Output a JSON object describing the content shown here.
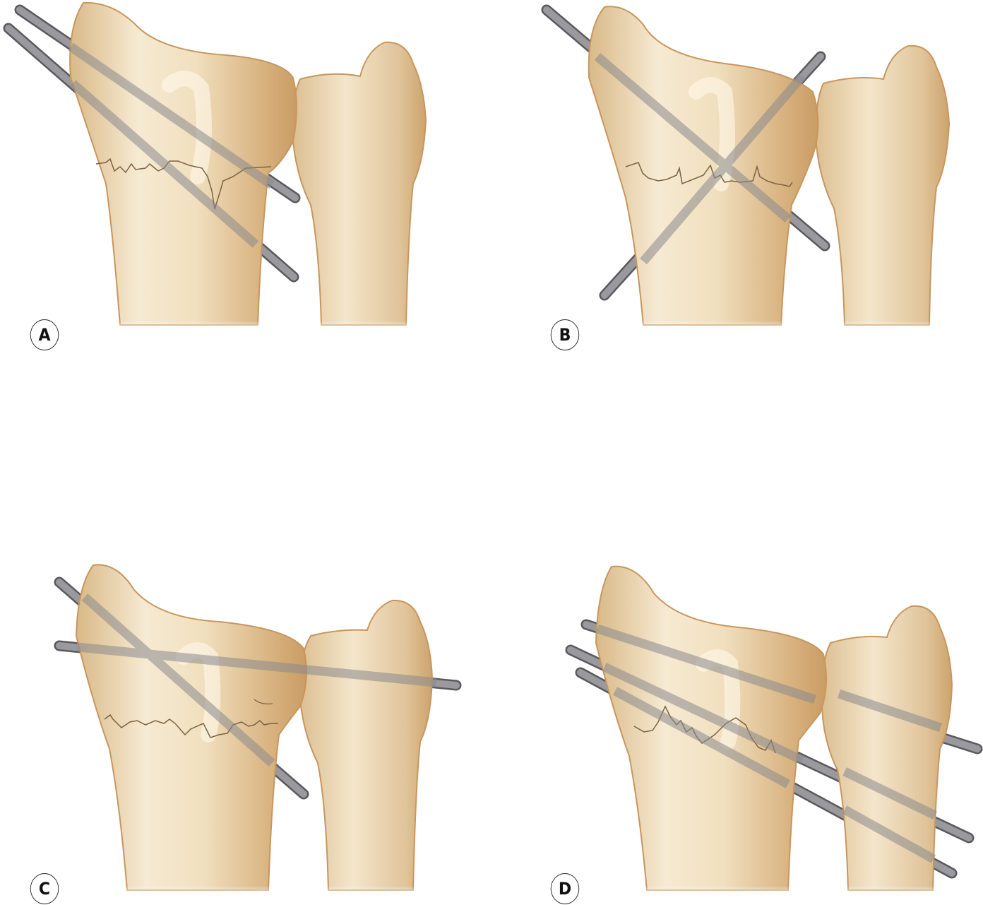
{
  "figure": {
    "description": "Percutaneous K-wire fixation configurations for distal radius fracture",
    "colors": {
      "bone_light": "#f3e3c4",
      "bone_mid": "#e2c79c",
      "bone_dark": "#c9a06e",
      "bone_outline": "#c8965e",
      "fracture_line": "#7a6242",
      "wire": "#8a8a8e",
      "wire_dark": "#5a5a5e",
      "wire_light": "#b8b8bc",
      "background": "#ffffff"
    },
    "panels": [
      {
        "label": "A",
        "config": "two parallel radial styloid wires"
      },
      {
        "label": "B",
        "config": "crossed wires (radial styloid and dorsoulnar)"
      },
      {
        "label": "C",
        "config": "radial styloid wire plus transverse radioulnar wire"
      },
      {
        "label": "D",
        "config": "multiple wires transfixing radius into ulna"
      }
    ]
  }
}
